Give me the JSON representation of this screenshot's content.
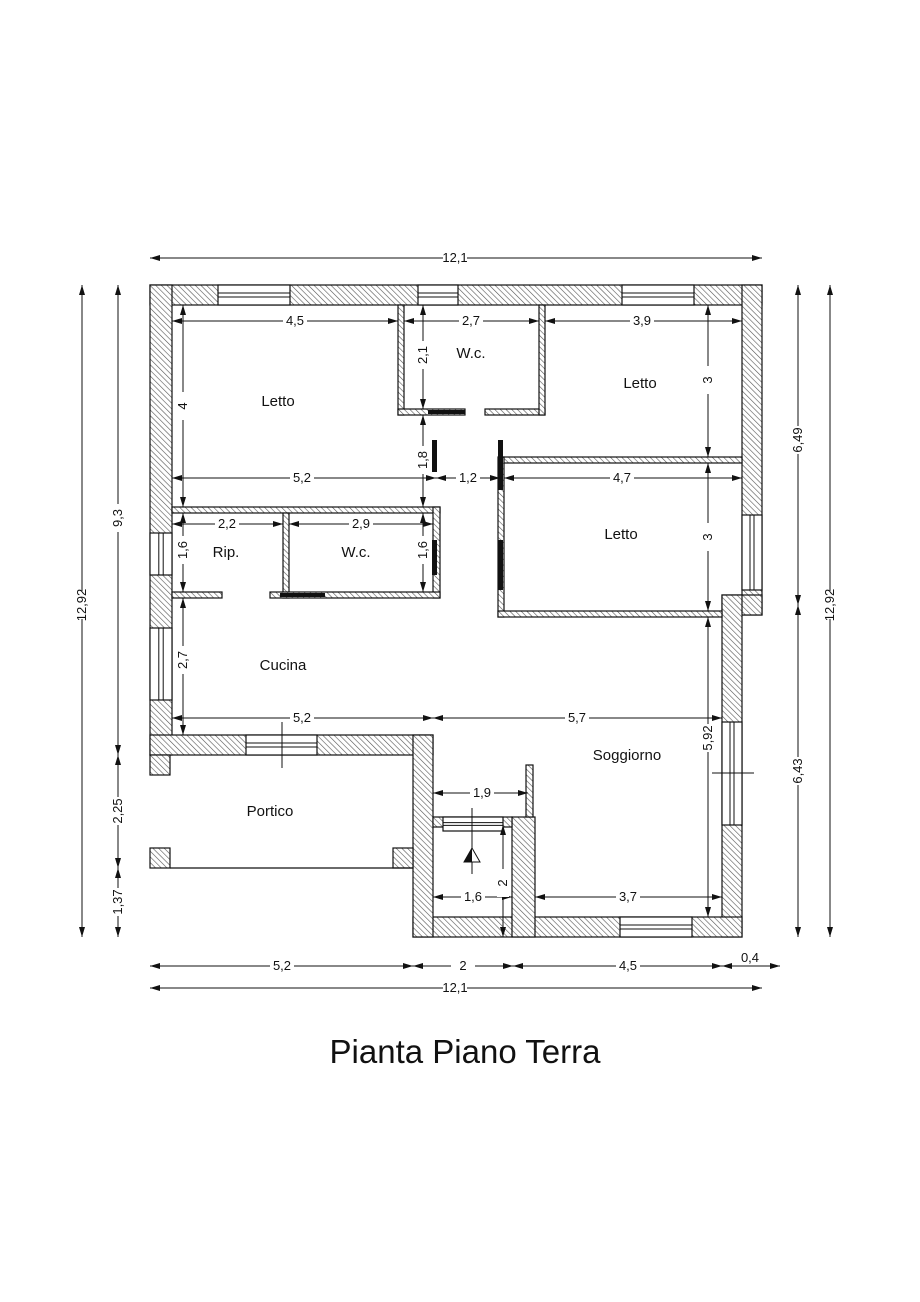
{
  "title": "Pianta Piano Terra",
  "rooms": [
    {
      "label": "Letto"
    },
    {
      "label": "W.c."
    },
    {
      "label": "Letto"
    },
    {
      "label": "Letto"
    },
    {
      "label": "Rip."
    },
    {
      "label": "W.c."
    },
    {
      "label": "Cucina"
    },
    {
      "label": "Soggiorno"
    },
    {
      "label": "Portico"
    }
  ],
  "dimensions": [
    {
      "label": "12,1"
    },
    {
      "label": "4,5"
    },
    {
      "label": "2,7"
    },
    {
      "label": "3,9"
    },
    {
      "label": "5,2"
    },
    {
      "label": "1,2"
    },
    {
      "label": "4,7"
    },
    {
      "label": "2,2"
    },
    {
      "label": "2,9"
    },
    {
      "label": "5,2"
    },
    {
      "label": "5,7"
    },
    {
      "label": "1,9"
    },
    {
      "label": "1,6"
    },
    {
      "label": "3,7"
    },
    {
      "label": "5,2"
    },
    {
      "label": "2"
    },
    {
      "label": "4,5"
    },
    {
      "label": "0,4"
    },
    {
      "label": "12,1"
    },
    {
      "label": "12,92"
    },
    {
      "label": "9,3"
    },
    {
      "label": "2,25"
    },
    {
      "label": "1,37"
    },
    {
      "label": "4"
    },
    {
      "label": "1,6"
    },
    {
      "label": "2,7"
    },
    {
      "label": "2,1"
    },
    {
      "label": "1,8"
    },
    {
      "label": "1,6"
    },
    {
      "label": "3"
    },
    {
      "label": "3"
    },
    {
      "label": "5,92"
    },
    {
      "label": "2"
    },
    {
      "label": "6,49"
    },
    {
      "label": "6,43"
    },
    {
      "label": "12,92"
    }
  ]
}
